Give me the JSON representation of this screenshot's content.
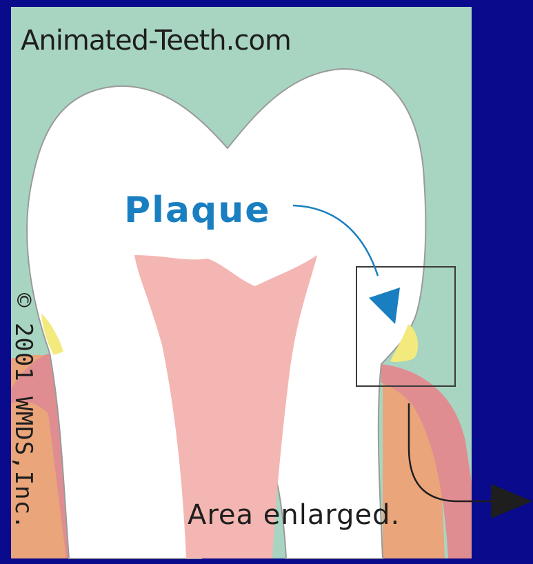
{
  "diagram": {
    "site_label": "Animated-Teeth.com",
    "plaque_label": "Plaque",
    "area_label": "Area enlarged.",
    "copyright": "© 2001 WMDS,Inc.",
    "colors": {
      "frame_blue": "#0a0a8c",
      "gum_background": "#a8d5c1",
      "enamel": "#ffffff",
      "pulp": "#f4b6b2",
      "gingiva": "#e08d92",
      "bone": "#eaa57a",
      "plaque": "#f3ea7e",
      "label_blue": "#1a7fc0"
    }
  }
}
